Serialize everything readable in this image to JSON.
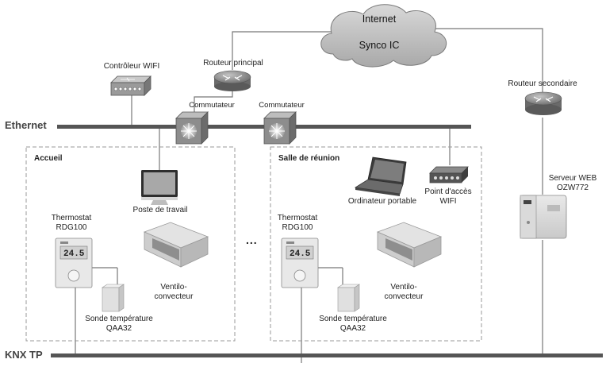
{
  "cloud": {
    "line1": "Internet",
    "line2": "Synco IC"
  },
  "buses": {
    "ethernet": "Ethernet",
    "knx": "KNX TP"
  },
  "devices": {
    "wifi_controller": "Contrôleur WIFI",
    "main_router": "Routeur principal",
    "switch_1": "Commutateur",
    "switch_2": "Commutateur",
    "secondary_router": "Routeur secondaire",
    "web_server": {
      "line1": "Serveur WEB",
      "line2": "OZW772"
    }
  },
  "zones": {
    "accueil": {
      "title": "Accueil",
      "workstation": "Poste de travail",
      "thermostat": {
        "line1": "Thermostat",
        "line2": "RDG100",
        "display": "24.5"
      },
      "fancoil": {
        "line1": "Ventilo-",
        "line2": "convecteur"
      },
      "sensor": {
        "line1": "Sonde température",
        "line2": "QAA32"
      }
    },
    "reunion": {
      "title": "Salle de réunion",
      "laptop": "Ordinateur portable",
      "access_point": {
        "line1": "Point d'accès",
        "line2": "WIFI"
      },
      "thermostat": {
        "line1": "Thermostat",
        "line2": "RDG100",
        "display": "24.5"
      },
      "fancoil": {
        "line1": "Ventilo-",
        "line2": "convecteur"
      },
      "sensor": {
        "line1": "Sonde température",
        "line2": "QAA32"
      }
    }
  },
  "ellipsis": "...",
  "colors": {
    "bus": "#555555",
    "line": "#777777",
    "device": "#8a8a8a",
    "zone_border": "#999999"
  }
}
